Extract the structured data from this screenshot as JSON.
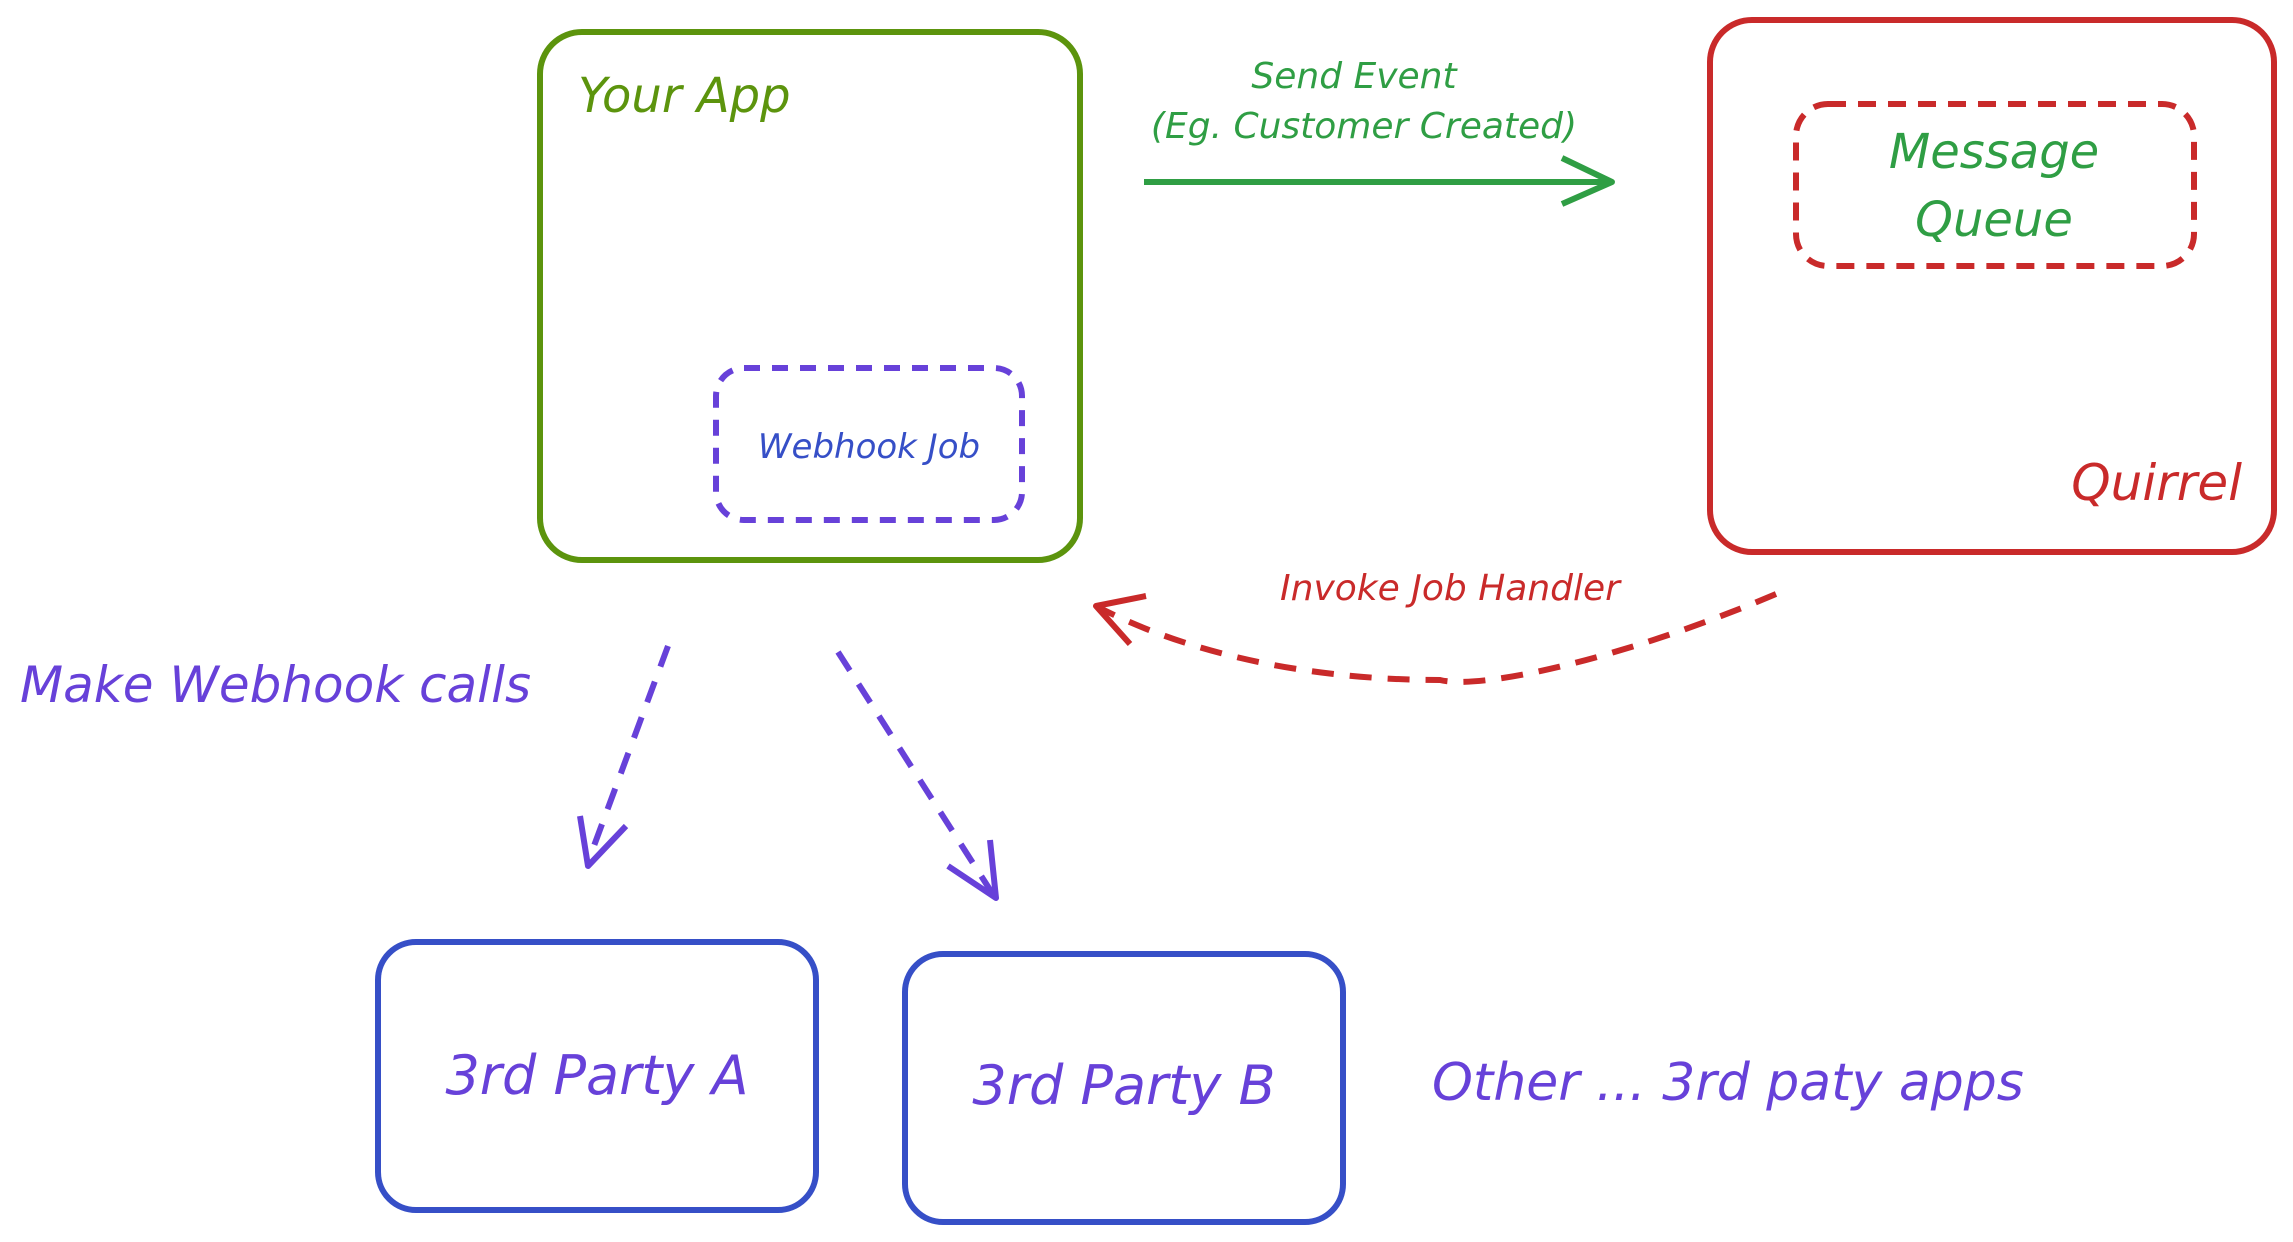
{
  "colors": {
    "app": "#5c940d",
    "job": "#6741d9",
    "queue_text": "#2f9e44",
    "quirrel": "#c92a2a",
    "party": "#364fc7",
    "calls": "#6741d9"
  },
  "your_app": {
    "label": "Your App"
  },
  "webhook_job": {
    "label": "Webhook Job"
  },
  "quirrel": {
    "label": "Quirrel"
  },
  "message_queue": {
    "line1": "Message",
    "line2": "Queue"
  },
  "send_event": {
    "line1": "Send Event",
    "line2": "(Eg. Customer Created)"
  },
  "invoke": {
    "label": "Invoke Job Handler"
  },
  "webhook_calls": {
    "label": "Make Webhook calls"
  },
  "party_a": {
    "label": "3rd Party A"
  },
  "party_b": {
    "label": "3rd Party B"
  },
  "other_apps": {
    "label": "Other ... 3rd paty apps"
  }
}
